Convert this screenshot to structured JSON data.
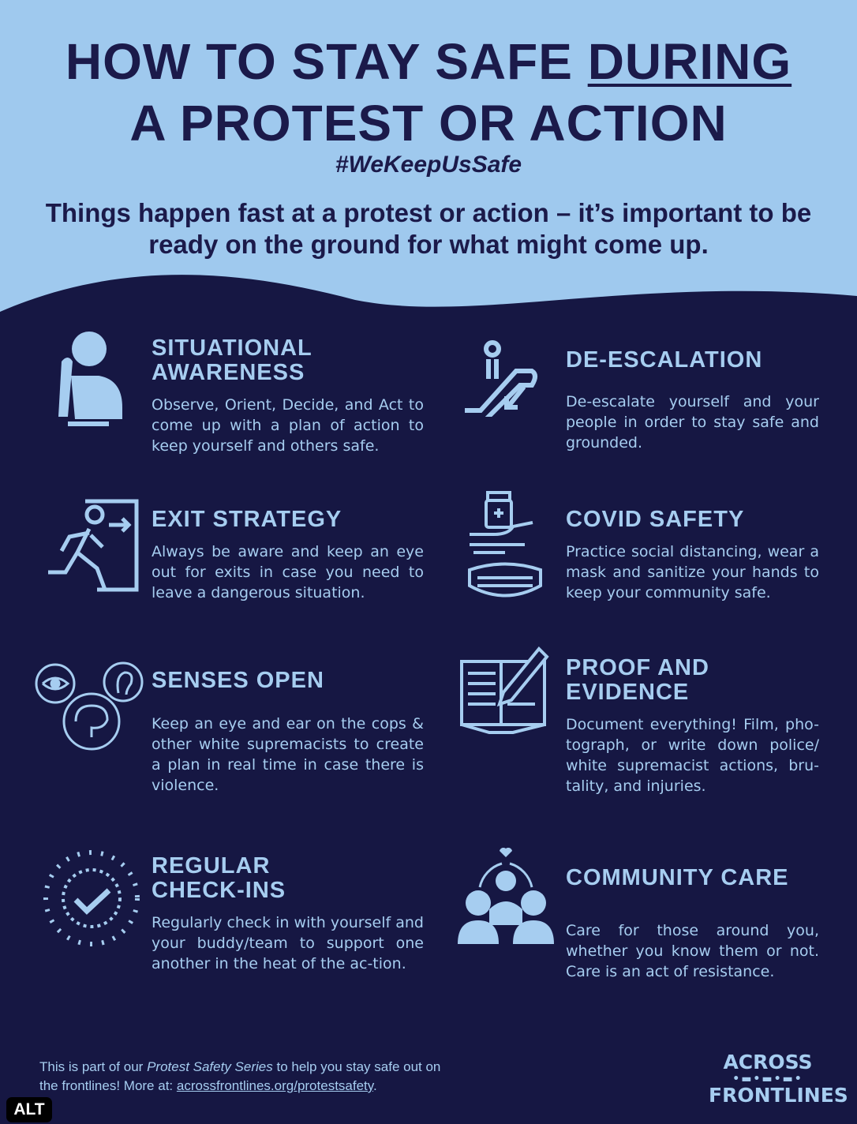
{
  "header": {
    "title_line1_part1": "HOW TO STAY SAFE ",
    "title_line1_underlined": "DURING",
    "title_line2": "A PROTEST OR ACTION",
    "hashtag": "#WeKeepUsSafe",
    "subtitle": "Things happen fast at a protest or action – it’s important to be ready on the ground  for what might come up."
  },
  "colors": {
    "background_light": "#9fc9ee",
    "background_dark": "#161743",
    "heading_dark": "#1b1a4a",
    "text_light": "#a6cdf0"
  },
  "tips": [
    {
      "title": "SITUATIONAL AWARENESS",
      "body": "Observe, Orient, Decide, and Act to come up with a plan of action to keep yourself and others safe.",
      "icon": "person-thinking-icon"
    },
    {
      "title": "DE-ESCALATION",
      "body": "De-escalate yourself and your people in order to stay safe and grounded.",
      "icon": "escalator-down-icon"
    },
    {
      "title": "EXIT STRATEGY",
      "body": "Always be aware and keep an eye out for exits in case you need to leave a dangerous situation.",
      "icon": "exit-running-icon"
    },
    {
      "title": "COVID SAFETY",
      "body": "Practice social distancing, wear a mask and sanitize your hands to keep your community safe.",
      "icon": "sanitizer-mask-icon"
    },
    {
      "title": "SENSES OPEN",
      "body": "Keep an eye and ear on the cops & other white supremacists to create a plan in real time in case there is violence.",
      "icon": "eye-ear-brain-icon"
    },
    {
      "title": "PROOF AND EVIDENCE",
      "body": "Document everything! Film, pho-tograph, or write down police/ white supremacist actions, bru-tality, and injuries.",
      "icon": "notebook-pen-icon"
    },
    {
      "title": "REGULAR CHECK-INS",
      "body": "Regularly check in with yourself and your buddy/team to support one another in the heat of the ac-tion.",
      "icon": "checkmark-circle-icon"
    },
    {
      "title": "COMMUNITY CARE",
      "body": "Care for those around you, whether you know them or not. Care is an act of resistance.",
      "icon": "community-heart-icon"
    }
  ],
  "footer": {
    "text_before": "This is part of our ",
    "series_name": "Protest Safety Series",
    "text_after": " to help you stay safe out on the frontlines! More at: ",
    "link": "acrossfrontlines.org/protestsafety",
    "end": "."
  },
  "logo": {
    "line1": "ACROSS",
    "line2": "FRONTLINES"
  },
  "alt_badge": "ALT"
}
